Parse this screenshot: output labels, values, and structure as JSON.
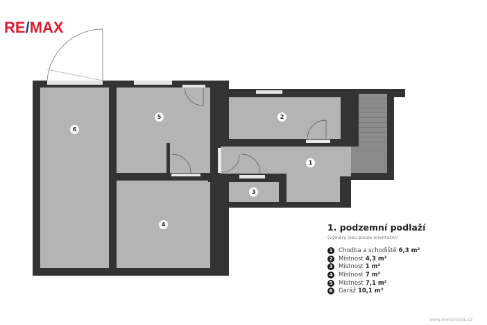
{
  "brand": {
    "logo_left": "RE",
    "logo_slash": "/",
    "logo_right": "MAX",
    "red": "#dc1c2e",
    "blue": "#1b3f8f"
  },
  "plan": {
    "rooms": [
      {
        "id": "1",
        "label": "1"
      },
      {
        "id": "2",
        "label": "2"
      },
      {
        "id": "3",
        "label": "3"
      },
      {
        "id": "4",
        "label": "4"
      },
      {
        "id": "5",
        "label": "5"
      },
      {
        "id": "6",
        "label": "6"
      }
    ]
  },
  "legend": {
    "title": "1. podzemní podlaží",
    "subtitle": "(výměry jsou pouze orientační)",
    "items": [
      {
        "num": "1",
        "name": "Chodba a schodiště",
        "area": "6,3 m²"
      },
      {
        "num": "2",
        "name": "Místnost",
        "area": "4,3 m²"
      },
      {
        "num": "3",
        "name": "Místnost",
        "area": "1 m²"
      },
      {
        "num": "4",
        "name": "Místnost",
        "area": "7 m²"
      },
      {
        "num": "5",
        "name": "Místnost",
        "area": "7,1 m²"
      },
      {
        "num": "6",
        "name": "Garáž",
        "area": "10,1 m²"
      }
    ]
  },
  "credit": "www.metavisual.cz"
}
